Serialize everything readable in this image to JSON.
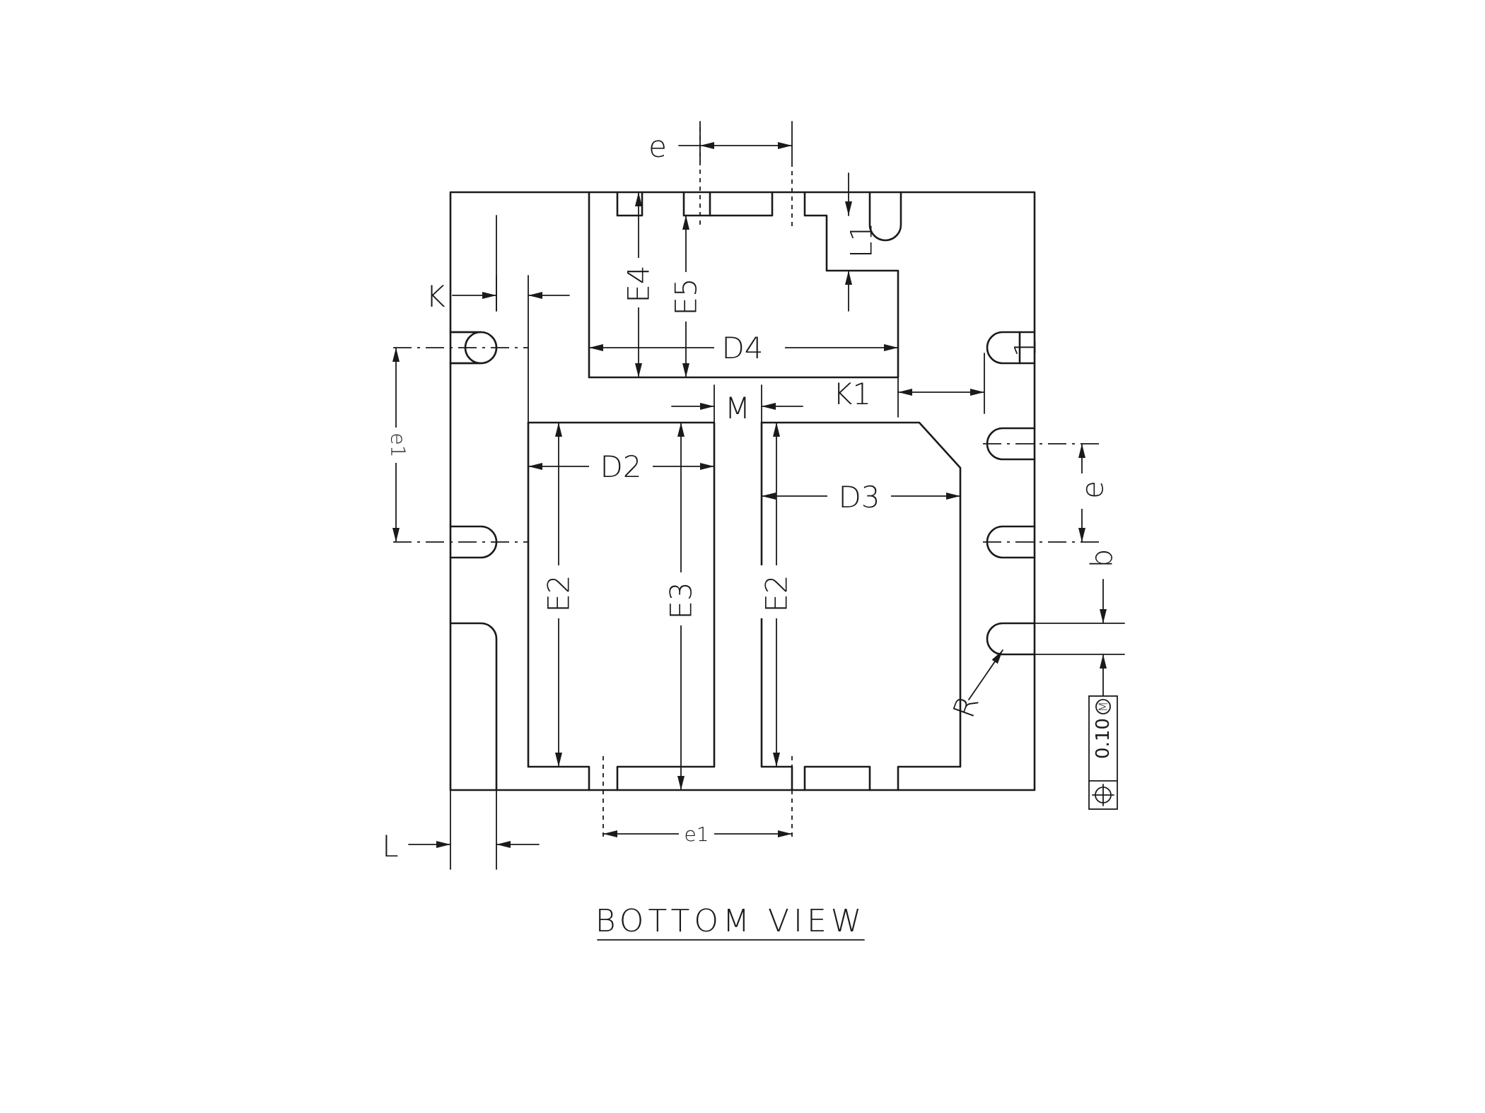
{
  "title": "BOTTOM VIEW",
  "pin1_marker": "1",
  "labels": {
    "e_top": "e",
    "e_right": "e",
    "e1_left": "e1",
    "e1_bottom": "e1",
    "K": "K",
    "K1": "K1",
    "L": "L",
    "L1": "L1",
    "M": "M",
    "D2": "D2",
    "D3": "D3",
    "D4": "D4",
    "E2_left": "E2",
    "E2_right": "E2",
    "E3": "E3",
    "E4": "E4",
    "E5": "E5",
    "R": "R",
    "b": "b"
  },
  "tolerance_frame": {
    "symbol_name": "position-icon",
    "value": "0.10",
    "modifier": "M"
  }
}
